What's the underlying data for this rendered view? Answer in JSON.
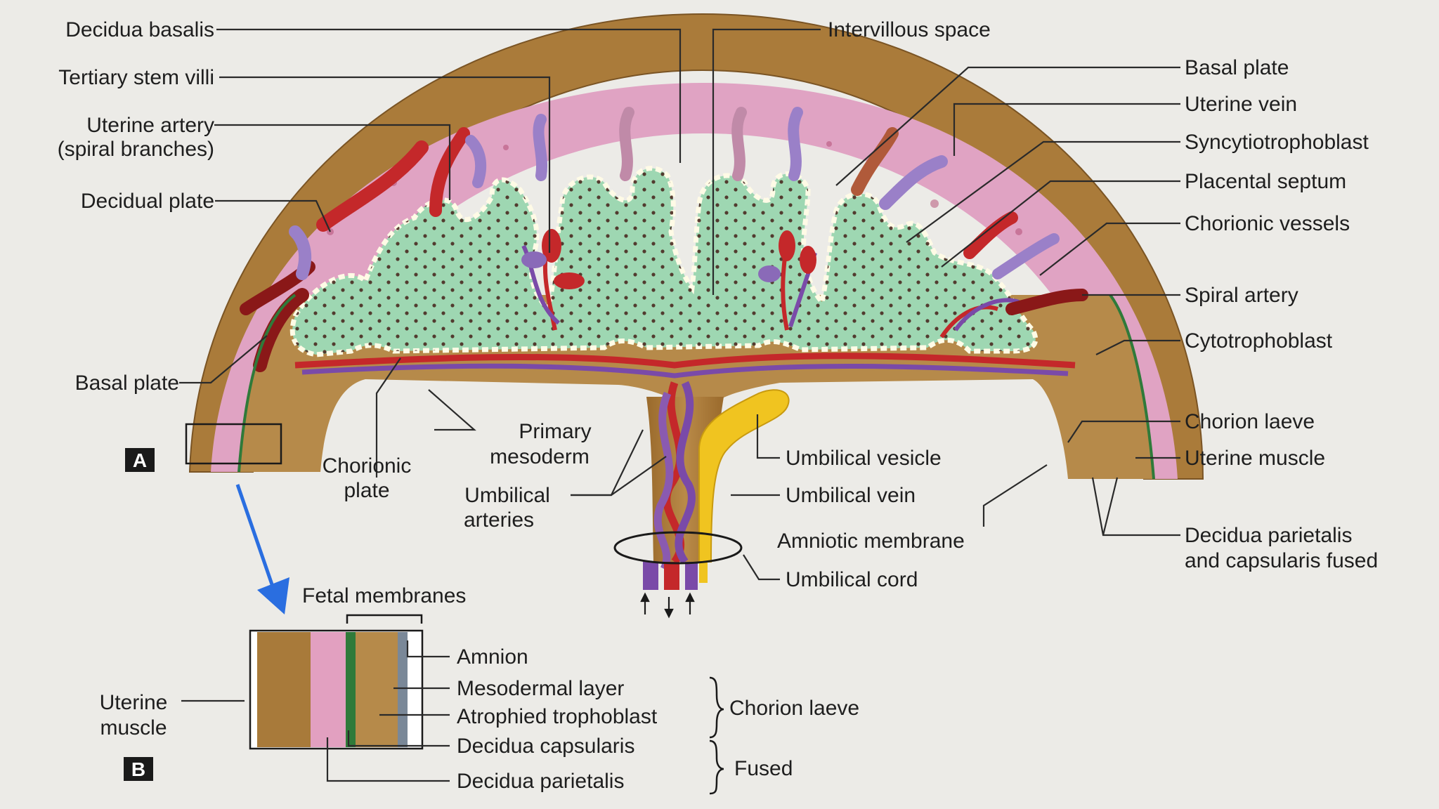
{
  "panel_a": {
    "letter": "A",
    "labels": {
      "decidua_basalis": "Decidua basalis",
      "tertiary_stem_villi": "Tertiary stem villi",
      "uterine_artery_line1": "Uterine artery",
      "uterine_artery_line2": "(spiral branches)",
      "decidual_plate": "Decidual plate",
      "basal_plate_left": "Basal plate",
      "chorionic_plate_line1": "Chorionic",
      "chorionic_plate_line2": "plate",
      "primary_mesoderm_line1": "Primary",
      "primary_mesoderm_line2": "mesoderm",
      "umbilical_arteries_line1": "Umbilical",
      "umbilical_arteries_line2": "arteries",
      "intervillous_space": "Intervillous space",
      "basal_plate_right": "Basal plate",
      "uterine_vein": "Uterine vein",
      "syncytiotrophoblast": "Syncytiotrophoblast",
      "placental_septum": "Placental septum",
      "chorionic_vessels": "Chorionic vessels",
      "spiral_artery": "Spiral artery",
      "cytotrophoblast": "Cytotrophoblast",
      "chorion_laeve": "Chorion laeve",
      "uterine_muscle": "Uterine muscle",
      "umbilical_vesicle": "Umbilical vesicle",
      "umbilical_vein": "Umbilical vein",
      "amniotic_membrane": "Amniotic membrane",
      "umbilical_cord": "Umbilical cord",
      "decidua_fused_line1": "Decidua  parietalis",
      "decidua_fused_line2": "and capsularis fused"
    }
  },
  "panel_b": {
    "letter": "B",
    "labels": {
      "fetal_membranes": "Fetal membranes",
      "uterine_muscle_line1": "Uterine",
      "uterine_muscle_line2": "muscle",
      "amnion": "Amnion",
      "mesodermal_layer": "Mesodermal layer",
      "atrophied_trophoblast": "Atrophied trophoblast",
      "decidua_capsularis": "Decidua capsularis",
      "decidua_parietalis": "Decidua parietalis",
      "chorion_laeve": "Chorion laeve",
      "fused": "Fused"
    }
  },
  "colors": {
    "muscle": "#a87a3a",
    "decidua": "#e2a0c0",
    "villi": "#9dd6b0",
    "artery": "#c4282a",
    "vein": "#8a6ab8",
    "vesicle": "#f0c420",
    "arrow": "#2a6ee0"
  }
}
